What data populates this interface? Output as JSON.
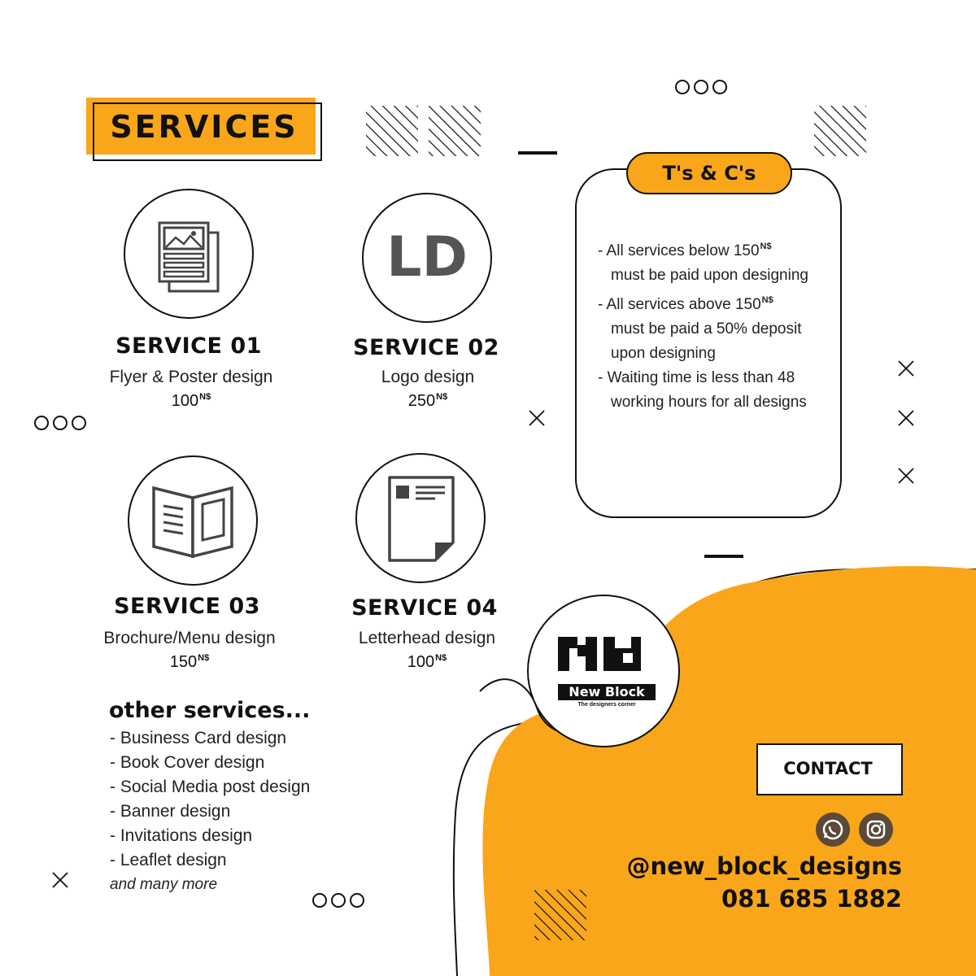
{
  "header": {
    "title": "SERVICES"
  },
  "currency": "N$",
  "services": [
    {
      "title": "SERVICE 01",
      "desc": "Flyer & Poster design",
      "price": "100",
      "icon": "flyer-icon"
    },
    {
      "title": "SERVICE 02",
      "desc": "Logo design",
      "price": "250",
      "icon": "logo-ld-icon",
      "icon_text": "LD"
    },
    {
      "title": "SERVICE 03",
      "desc": "Brochure/Menu design",
      "price": "150",
      "icon": "brochure-icon"
    },
    {
      "title": "SERVICE 04",
      "desc": "Letterhead design",
      "price": "100",
      "icon": "letterhead-icon"
    }
  ],
  "other_services": {
    "title": "other services...",
    "items": [
      "- Business Card design",
      "- Book Cover design",
      "- Social Media post design",
      "- Banner design",
      "- Invitations design",
      "- Leaflet design"
    ],
    "more": "and many more"
  },
  "terms": {
    "title": "T's & C's",
    "items": [
      {
        "line1": "- All services below 150",
        "sup": "N$",
        "line2": "must be paid upon designing"
      },
      {
        "line1": "- All services above 150",
        "sup": "N$",
        "line2": "must be paid a 50% deposit",
        "line3": "upon designing"
      },
      {
        "line1": "- Waiting time is less than 48",
        "line2": "working hours for all designs"
      }
    ]
  },
  "brand": {
    "logo_mark": "NB",
    "name": "New Block",
    "tagline": "The designers corner"
  },
  "contact": {
    "button": "CONTACT",
    "handle": "@new_block_designs",
    "phone": "081 685 1882",
    "icons": [
      "whatsapp-icon",
      "instagram-icon"
    ]
  },
  "colors": {
    "accent": "#F9A61A",
    "ink": "#111111",
    "icon_gray": "#555555"
  }
}
